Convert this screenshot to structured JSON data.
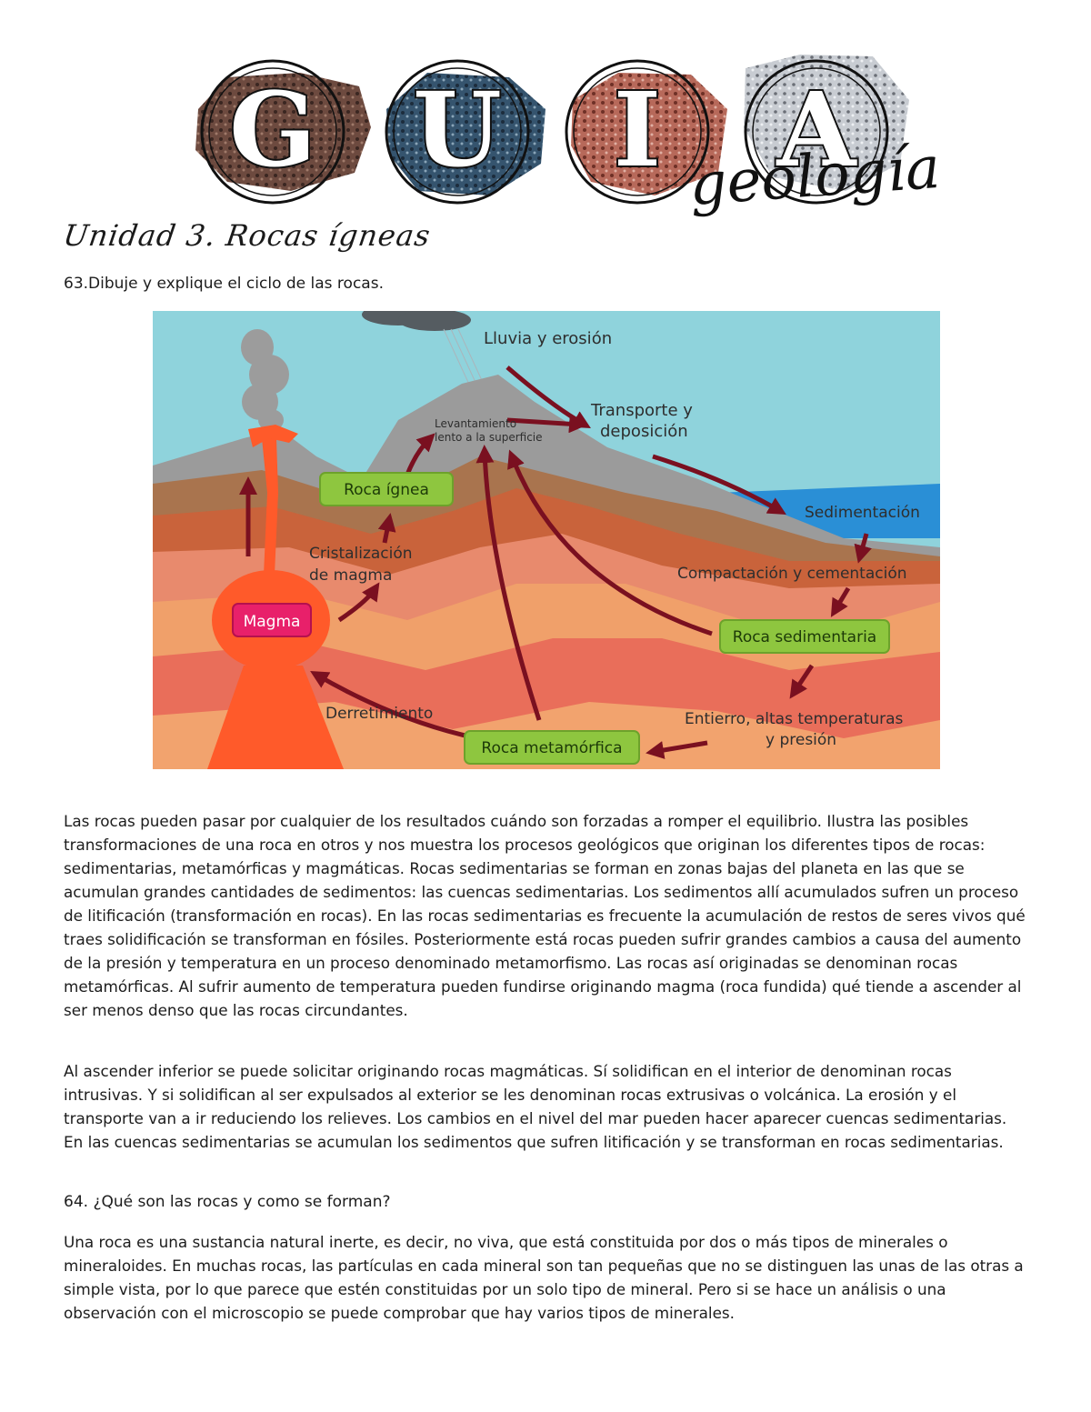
{
  "header": {
    "letters": [
      "G",
      "U",
      "I",
      "A"
    ],
    "logo_script": "geología"
  },
  "unit_title": "Unidad 3. Rocas ígneas",
  "questions": {
    "q63": "63.Dibuje y explique el ciclo de las rocas.",
    "q64": "64. ¿Qué son las rocas y como se forman?"
  },
  "diagram": {
    "labels": {
      "rain": "Lluvia y erosión",
      "uplift_1": "Levantamiento",
      "uplift_2": "lento a la superficie",
      "transport_1": "Transporte y",
      "transport_2": "deposición",
      "sedimentation": "Sedimentación",
      "compaction": "Compactación y cementación",
      "crystallization_1": "Cristalización",
      "crystallization_2": "de magma",
      "melting": "Derretimiento",
      "burial_1": "Entierro, altas temperaturas",
      "burial_2": "y presión"
    },
    "boxes": {
      "igneous": "Roca ígnea",
      "magma": "Magma",
      "sedimentary": "Roca sedimentaria",
      "metamorphic": "Roca metamórfica"
    },
    "colors": {
      "sky": "#8fd3dc",
      "mountain": "#9b9b9b",
      "green_box": "#8ec63f",
      "magma_box": "#e8206a",
      "arrow": "#7a1020",
      "water": "#2a8fd6"
    }
  },
  "paragraphs": {
    "p1": "Las rocas pueden pasar por cualquier de los resultados cuándo son forzadas a romper el equilibrio. Ilustra las posibles transformaciones de una roca en otros y nos muestra los procesos geológicos que originan los diferentes tipos de rocas: sedimentarias, metamórficas y magmáticas.  Rocas sedimentarias se forman en zonas bajas del planeta en las que se acumulan grandes cantidades de sedimentos: las cuencas sedimentarias. Los sedimentos allí acumulados sufren un proceso de litificación (transformación en rocas). En las rocas sedimentarias es frecuente la acumulación de restos de seres vivos qué traes solidificación se transforman en fósiles. Posteriormente está rocas pueden sufrir grandes cambios a causa del aumento de la presión y temperatura en un proceso denominado metamorfismo. Las rocas así originadas se denominan rocas metamórficas. Al sufrir aumento de temperatura pueden fundirse originando magma (roca fundida) qué tiende a ascender al ser menos denso que las rocas circundantes.",
    "p2": "Al ascender inferior se puede solicitar originando rocas magmáticas. Sí solidifican en el interior de denominan rocas intrusivas. Y si solidifican al ser expulsados al exterior se les denominan rocas extrusivas o volcánica. La erosión y el transporte van a ir reduciendo los relieves. Los cambios en el nivel del mar pueden hacer aparecer cuencas sedimentarias. En las cuencas sedimentarias se acumulan los sedimentos que sufren litificación y se transforman en rocas sedimentarias.",
    "p3": "Una roca es una sustancia natural inerte, es decir, no viva, que está constituida por dos o más tipos de minerales o mineraloides. En muchas rocas, las partículas en cada mineral son tan pequeñas que no se distinguen las unas de las otras a simple vista, por lo que parece que estén constituidas por un solo tipo de mineral. Pero si se hace un análisis o una observación con el microscopio se puede comprobar que hay varios tipos de minerales."
  }
}
